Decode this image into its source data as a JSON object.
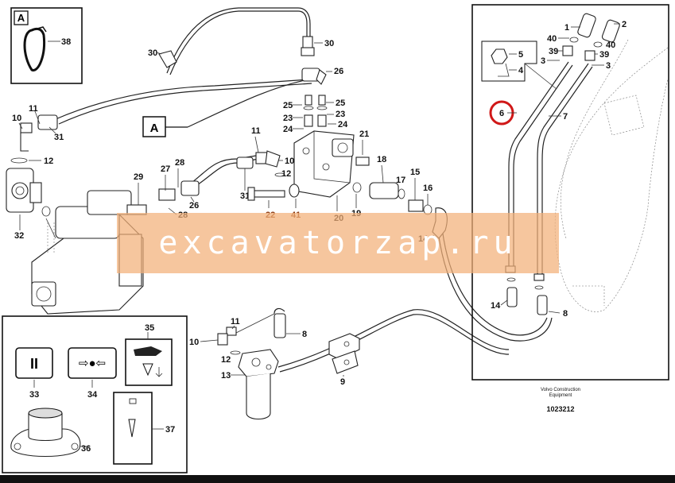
{
  "diagram": {
    "view_marker": "A",
    "watermark": "excavatorzap.ru",
    "brand_line1": "Volvo Construction",
    "brand_line2": "Equipment",
    "doc_number": "1023212",
    "symbols": {
      "pause": "II",
      "arrows": "⇨●⇦"
    },
    "labels": {
      "l38": "38",
      "l30a": "30",
      "l30b": "30",
      "l26a": "26",
      "l26b": "26",
      "l25a": "25",
      "l25b": "25",
      "l23a": "23",
      "l23b": "23",
      "l24a": "24",
      "l24b": "24",
      "l11a": "11",
      "l11b": "11",
      "l11c": "11",
      "l10a": "10",
      "l10b": "10",
      "l31a": "31",
      "l31b": "31",
      "l12a": "12",
      "l12b": "12",
      "l32": "32",
      "l29": "29",
      "l27": "27",
      "l28a": "28",
      "l28b": "28",
      "l9": "9",
      "l22": "22",
      "l41": "41",
      "l20": "20",
      "l21": "21",
      "l18": "18",
      "l17": "17",
      "l15": "15",
      "l16": "16",
      "l19": "19",
      "l14a": "14",
      "l14b": "14",
      "l8a": "8",
      "l8b": "8",
      "l13": "13",
      "l1": "1",
      "l2": "2",
      "l40a": "40",
      "l40b": "40",
      "l39a": "39",
      "l39b": "39",
      "l3a": "3",
      "l3b": "3",
      "l5": "5",
      "l4": "4",
      "l6": "6",
      "l7": "7",
      "l33": "33",
      "l34": "34",
      "l35": "35",
      "l36": "36",
      "l37": "37"
    }
  }
}
